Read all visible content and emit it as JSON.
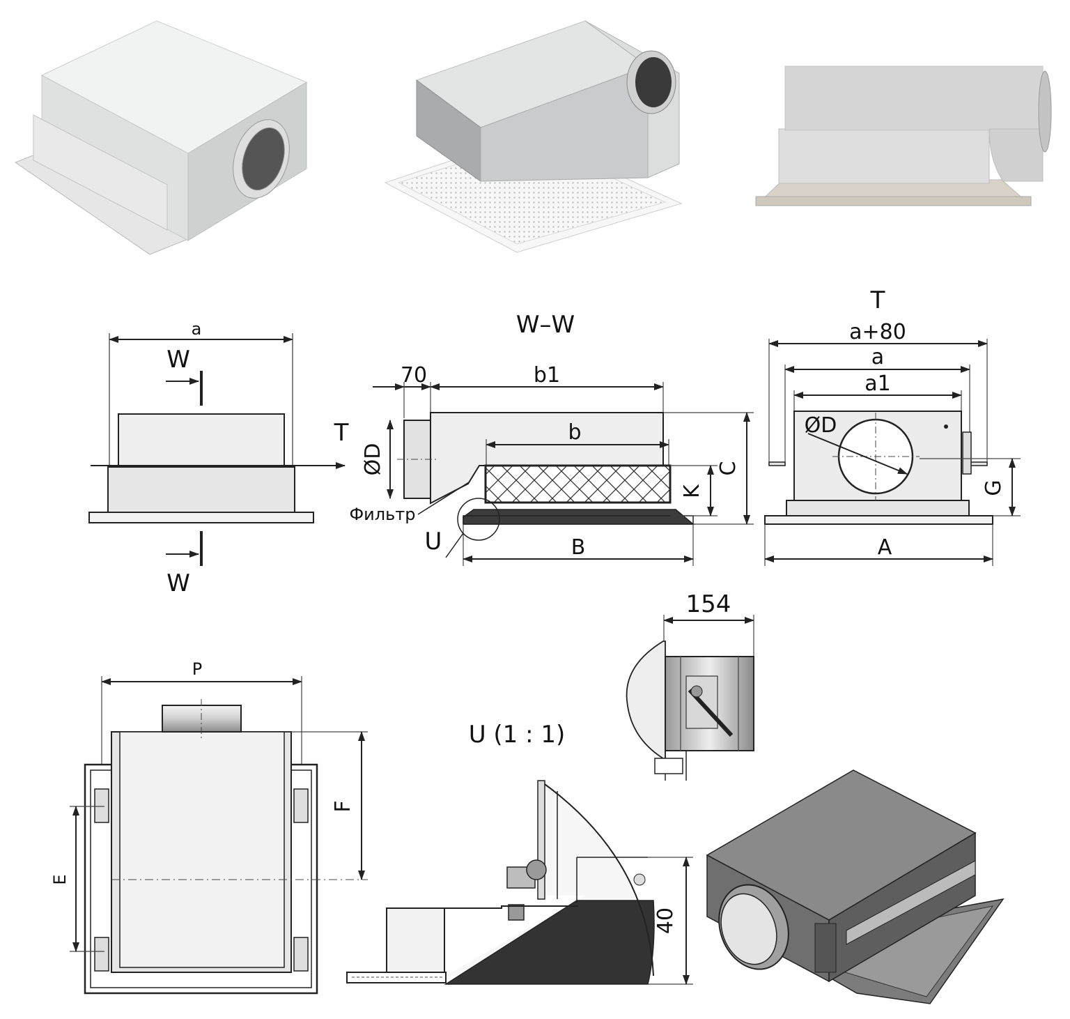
{
  "views": {
    "front": {
      "dim_a": "a",
      "section_top": "W",
      "section_bottom": "W",
      "view_arrow": "T"
    },
    "section_ww": {
      "title": "W–W",
      "dim_70": "70",
      "dim_b1": "b1",
      "dim_b": "b",
      "dim_D": "ØD",
      "dim_C": "C",
      "dim_K": "K",
      "dim_B": "B",
      "filter_label": "Фильтр",
      "detail_mark": "U"
    },
    "view_t": {
      "title": "T",
      "dim_a80": "a+80",
      "dim_a": "a",
      "dim_a1": "a1",
      "dim_D": "ØD",
      "dim_G": "G",
      "dim_A": "A"
    },
    "damper": {
      "dim_154": "154"
    },
    "top_view": {
      "dim_P": "P",
      "dim_F": "F",
      "dim_E": "E"
    },
    "detail_u": {
      "title": "U (1 : 1)",
      "dim_40": "40"
    }
  },
  "colors": {
    "line": "#222222",
    "body_light": "#ededed",
    "body_mid": "#d8d8d8",
    "body_dark": "#3c3c3c",
    "render_top": "#f2f3f3",
    "render_side": "#dcdedf"
  }
}
